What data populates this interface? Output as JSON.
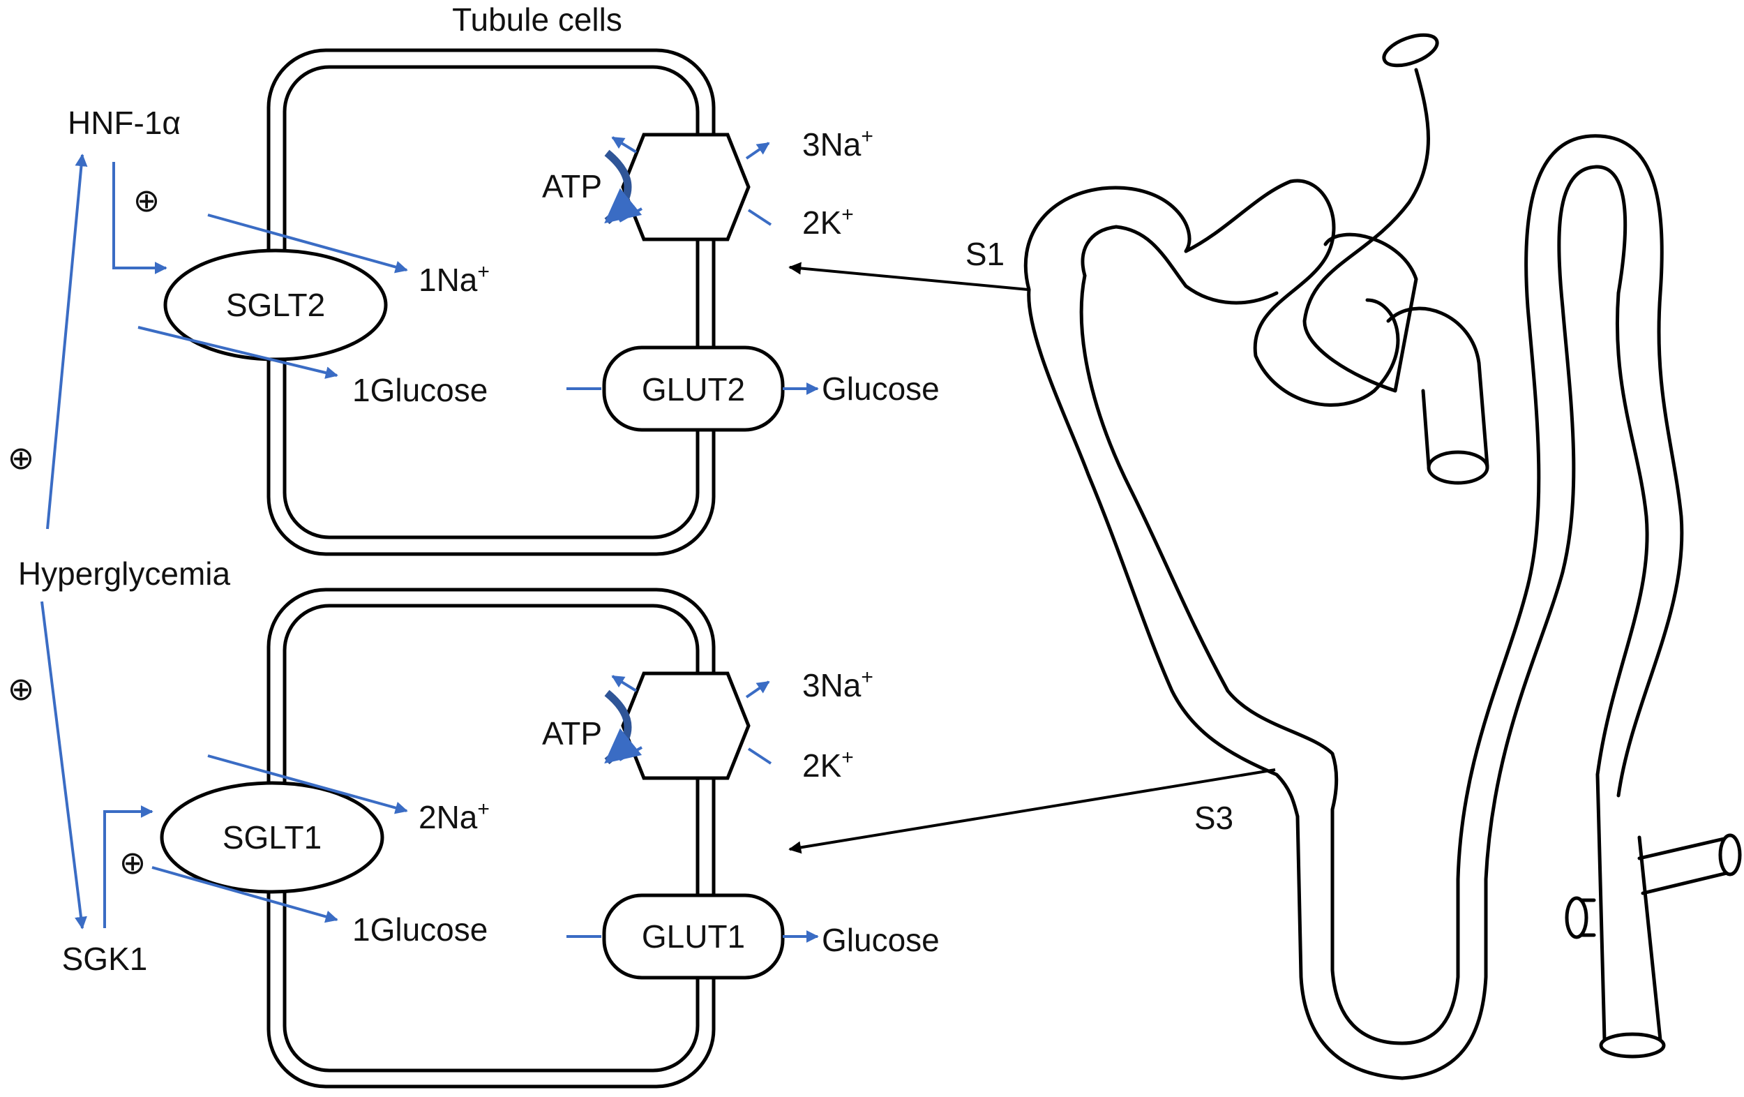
{
  "title": "Tubule cells",
  "regulators": {
    "hnf": "HNF-1α",
    "hyperglycemia": "Hyperglycemia",
    "sgk": "SGK1",
    "plus_symbol": "⊕"
  },
  "cell_top": {
    "cotransporter": "SGLT2",
    "sodium_coeff": "1Na",
    "sodium_sup": "+",
    "glucose_in": "1Glucose",
    "facilitator": "GLUT2",
    "glucose_out": "Glucose",
    "atp": "ATP",
    "pump_na": "3Na",
    "pump_na_sup": "+",
    "pump_k": "2K",
    "pump_k_sup": "+"
  },
  "cell_bottom": {
    "cotransporter": "SGLT1",
    "sodium_coeff": "2Na",
    "sodium_sup": "+",
    "glucose_in": "1Glucose",
    "facilitator": "GLUT1",
    "glucose_out": "Glucose",
    "atp": "ATP",
    "pump_na": "3Na",
    "pump_na_sup": "+",
    "pump_k": "2K",
    "pump_k_sup": "+"
  },
  "segments": {
    "s1": "S1",
    "s3": "S3"
  },
  "colors": {
    "arrow_blue": "#3a6cc4",
    "atp_arc": "#2f5597",
    "outline": "#000000"
  }
}
